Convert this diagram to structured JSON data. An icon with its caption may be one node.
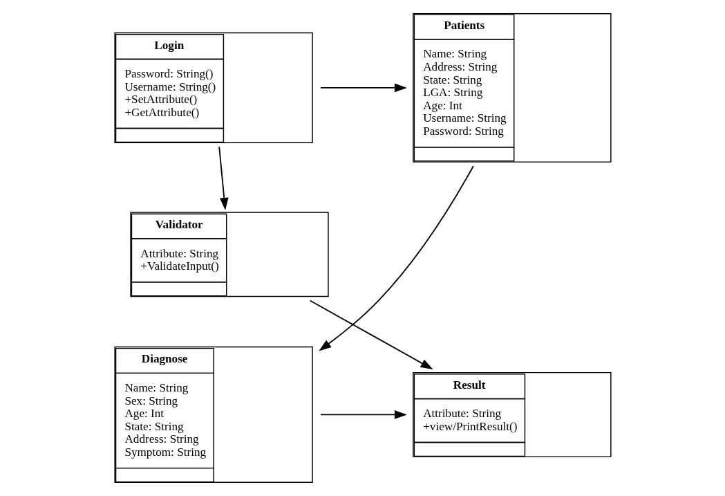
{
  "diagram": {
    "nodes": [
      {
        "text": [
          "Login",
          "Password: String()",
          "Username: String()",
          "+SetAttribute()",
          "+GetAttribute()"
        ]
      },
      {
        "text": [
          "Patients",
          "Name: String",
          "Address: String",
          "State: String",
          "LGA: String",
          "Age: Int",
          "Username: String",
          "Password: String"
        ]
      },
      {
        "text": [
          "Validator",
          "Attribute: String",
          "+ValidateInput()"
        ]
      },
      {
        "text": [
          "Result",
          "Attribute: String",
          "+view/PrintResult()"
        ]
      },
      {
        "text": [
          "Diagnose",
          "Name: String",
          "Sex: String",
          "Age: Int",
          "State: String",
          "Address: String",
          "Symptom: String"
        ]
      }
    ],
    "edges": [
      {
        "from": 0,
        "to": 1,
        "arrow": "to"
      },
      {
        "from": 0,
        "to": 2,
        "arrow": "to"
      },
      {
        "from": 2,
        "to": 3,
        "arrow": "to"
      },
      {
        "from": 1,
        "to": 4,
        "arrow": "to"
      },
      {
        "from": 4,
        "to": 3,
        "arrow": "to"
      }
    ]
  }
}
